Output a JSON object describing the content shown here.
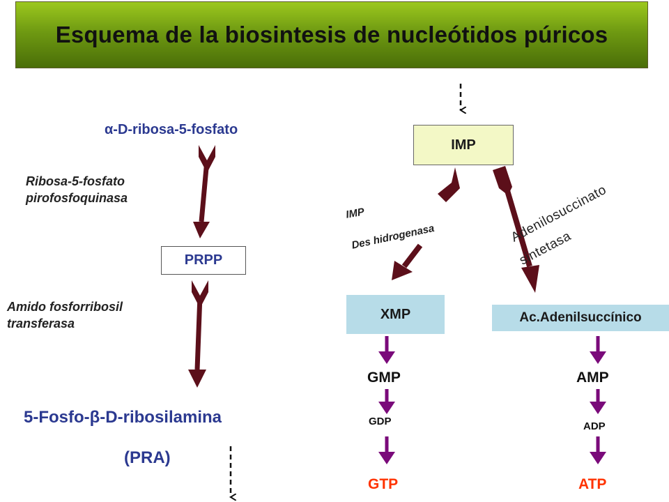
{
  "title": "Esquema de la biosintesis de nucleótidos púricos",
  "left_pathway": {
    "start": "α-D-ribosa-5-fosfato",
    "enzyme1_line1": "Ribosa-5-fosfato",
    "enzyme1_line2": "pirofosfoquinasa",
    "intermediate": "PRPP",
    "enzyme2_line1": "Amido fosforribosil",
    "enzyme2_line2": "transferasa",
    "product": "5-Fosfo-β-D-ribosilamina",
    "product_abbrev": "(PRA)"
  },
  "right_pathway": {
    "imp": "IMP",
    "enzyme_left_line1": "IMP",
    "enzyme_left_line2": "Des hidrogenasa",
    "enzyme_right_line1": "Adenilosuccinato",
    "enzyme_right_line2": "sintetasa",
    "xmp": "XMP",
    "adenilsuccinico": "Ac.Adenilsuccínico",
    "gmp": "GMP",
    "gdp": "GDP",
    "gtp": "GTP",
    "amp": "AMP",
    "adp": "ADP",
    "atp": "ATP"
  },
  "colors": {
    "maroon_arrow": "#5c0f1a",
    "purple_arrow": "#7a0a7a",
    "label_blue": "#2b3990",
    "triphosphate_red": "#ff3300",
    "imp_box": "#f3f8c6",
    "light_blue_box": "#b7dce8",
    "banner_green": "#6f9a12"
  }
}
